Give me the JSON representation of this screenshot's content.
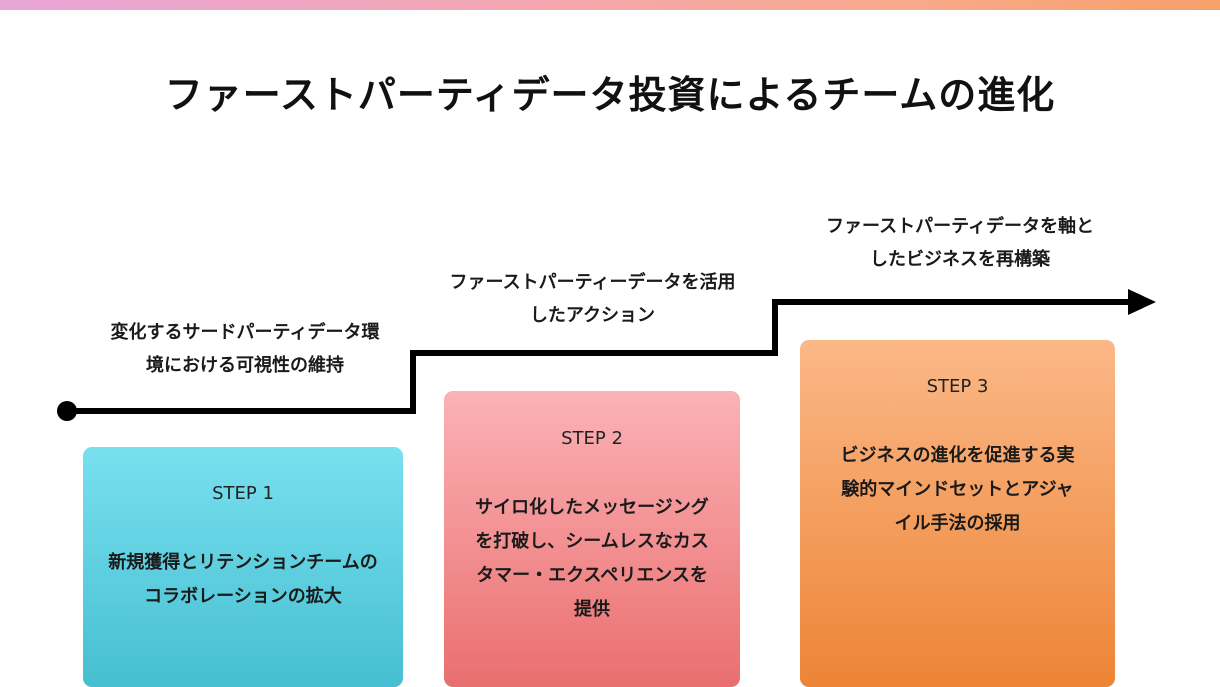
{
  "title": "ファーストパーティデータ投資によるチームの進化",
  "captions": [
    {
      "line1": "変化するサードパーティデータ環",
      "line2": "境における可視性の維持"
    },
    {
      "line1": "ファーストパーティーデータを活用",
      "line2": "したアクション"
    },
    {
      "line1": "ファーストパーティデータを軸と",
      "line2": "したビジネスを再構築"
    }
  ],
  "steps": [
    {
      "label": "STEP 1",
      "lines": [
        "新規獲得とリテンションチームの",
        "コラボレーションの拡大"
      ]
    },
    {
      "label": "STEP 2",
      "lines": [
        "サイロ化したメッセージング",
        "を打破し、シームレスなカス",
        "タマー・エクスペリエンスを",
        "提供"
      ]
    },
    {
      "label": "STEP 3",
      "lines": [
        "ビジネスの進化を促進する実",
        "験的マインドセットとアジャ",
        "イル手法の採用"
      ]
    }
  ],
  "colors": {
    "line": "#000000",
    "step1": "#45bfd1",
    "step2": "#ea6f6f",
    "step3": "#ed8436"
  },
  "icons": {
    "start": "start-dot",
    "end": "arrow-head"
  }
}
